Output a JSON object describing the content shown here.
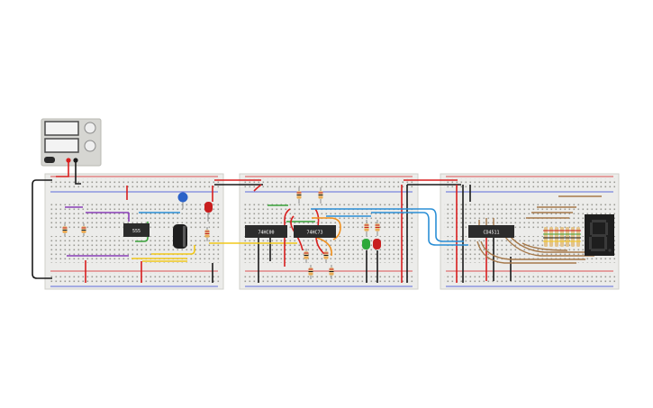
{
  "colors": {
    "background": "#ffffff",
    "breadboard": "#ececea",
    "rail_red": "#d81e1e",
    "rail_black": "#1a1a1a",
    "wire_purple": "#8a3fb8",
    "wire_yellow": "#f2c81a",
    "wire_green": "#3aa13a",
    "wire_orange": "#f0901e",
    "wire_blue": "#2b8fd6",
    "wire_brown": "#a5784a",
    "chip": "#2c2c2c",
    "led_red": "#c81e1e",
    "led_green": "#2ea83a",
    "display": "#1e1e1e"
  },
  "power_supply": {
    "name": "power-supply"
  },
  "chips": {
    "timer": "555",
    "nand": "74HC00",
    "counter": "74HC73",
    "decoder": "CD4511"
  },
  "display": {
    "digit": "8"
  }
}
